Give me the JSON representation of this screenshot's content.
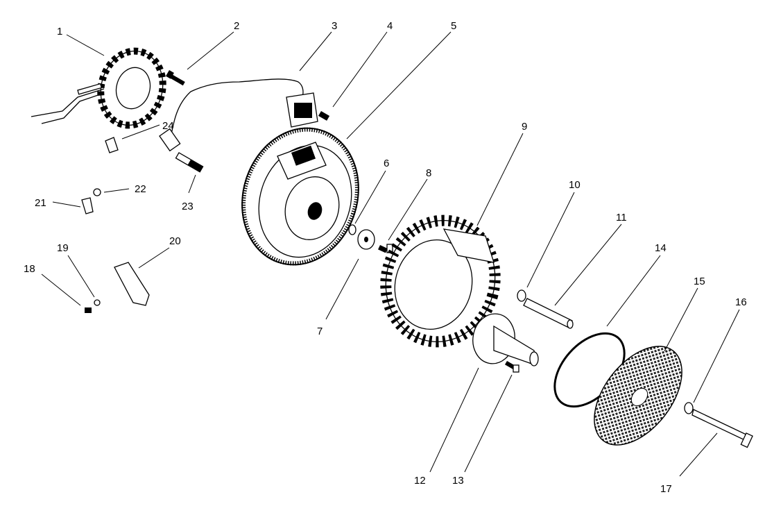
{
  "labels": [
    "1",
    "2",
    "3",
    "4",
    "5",
    "6",
    "7",
    "8",
    "9",
    "10",
    "11",
    "12",
    "13",
    "14",
    "15",
    "16",
    "17",
    "18",
    "19",
    "20",
    "21",
    "22",
    "23",
    "24"
  ]
}
